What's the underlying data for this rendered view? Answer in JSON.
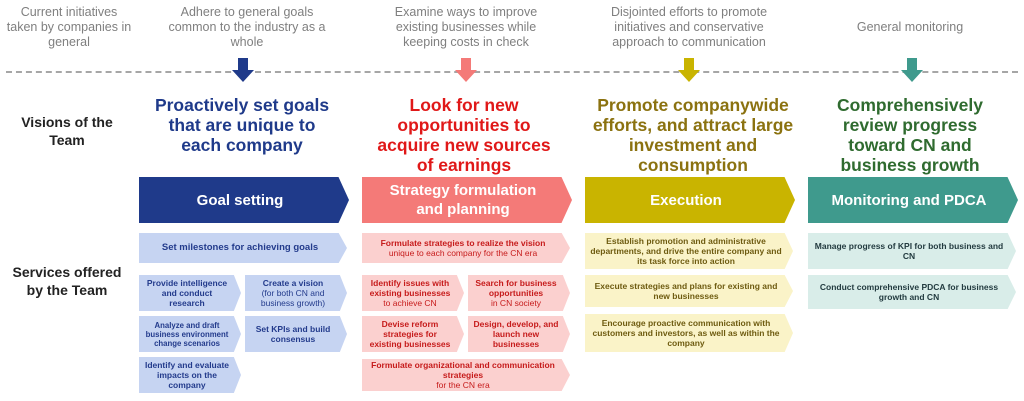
{
  "top": {
    "col0": "Current initiatives taken by companies in general",
    "col1": "Adhere to general goals common to the industry as a whole",
    "col2": "Examine ways to improve existing businesses while keeping costs in check",
    "col3": "Disjointed efforts to promote initiatives and conservative approach to communication",
    "col4": "General monitoring"
  },
  "rows": {
    "visions": "Visions of the Team",
    "services": "Services offered by the Team"
  },
  "visions": {
    "v1": "Proactively set goals that are unique to each company",
    "v2": "Look for new opportunities to acquire new sources of earnings",
    "v3": "Promote companywide efforts, and attract large investment and consumption",
    "v4": "Comprehensively review progress toward CN and business growth"
  },
  "phases": {
    "p1": "Goal setting",
    "p2": "Strategy formulation and planning",
    "p3": "Execution",
    "p4": "Monitoring and PDCA"
  },
  "services": {
    "goal": {
      "milestones": "Set milestones for achieving goals",
      "intelligence": "Provide intelligence and conduct research",
      "vision_title": "Create a vision",
      "vision_sub": "(for both CN and business growth)",
      "scenarios": "Analyze and draft business environment change scenarios",
      "kpis": "Set KPIs and build consensus",
      "impacts": "Identify and evaluate impacts on the company"
    },
    "strategy": {
      "realize_bold": "Formulate strategies to realize the vision",
      "realize_light": "unique to each company for the CN era",
      "issues_bold": "Identify issues with existing businesses",
      "issues_light": "to achieve CN",
      "search_bold": "Search for business opportunities",
      "search_light": "in CN society",
      "reform": "Devise reform strategies for existing businesses",
      "design": "Design, develop, and launch new businesses",
      "org_bold": "Formulate organizational and communication strategies",
      "org_light": "for the CN era"
    },
    "execution": {
      "establish": "Establish promotion and administrative departments, and drive the entire company and its task force into action",
      "execute": "Execute strategies and plans for existing and new businesses",
      "encourage": "Encourage proactive communication with customers and investors, as well as within the company"
    },
    "monitoring": {
      "kpi": "Manage progress of KPI for both business and CN",
      "pdca": "Conduct comprehensive PDCA for business growth and CN"
    }
  },
  "colors": {
    "blue": "#1f3a8a",
    "red": "#e01818",
    "yellow": "#8b7210",
    "green": "#2f6b2f",
    "phase_blue": "#1f3a8a",
    "phase_red": "#f47a78",
    "phase_yellow": "#c9b400",
    "phase_green": "#3f9a8d"
  }
}
